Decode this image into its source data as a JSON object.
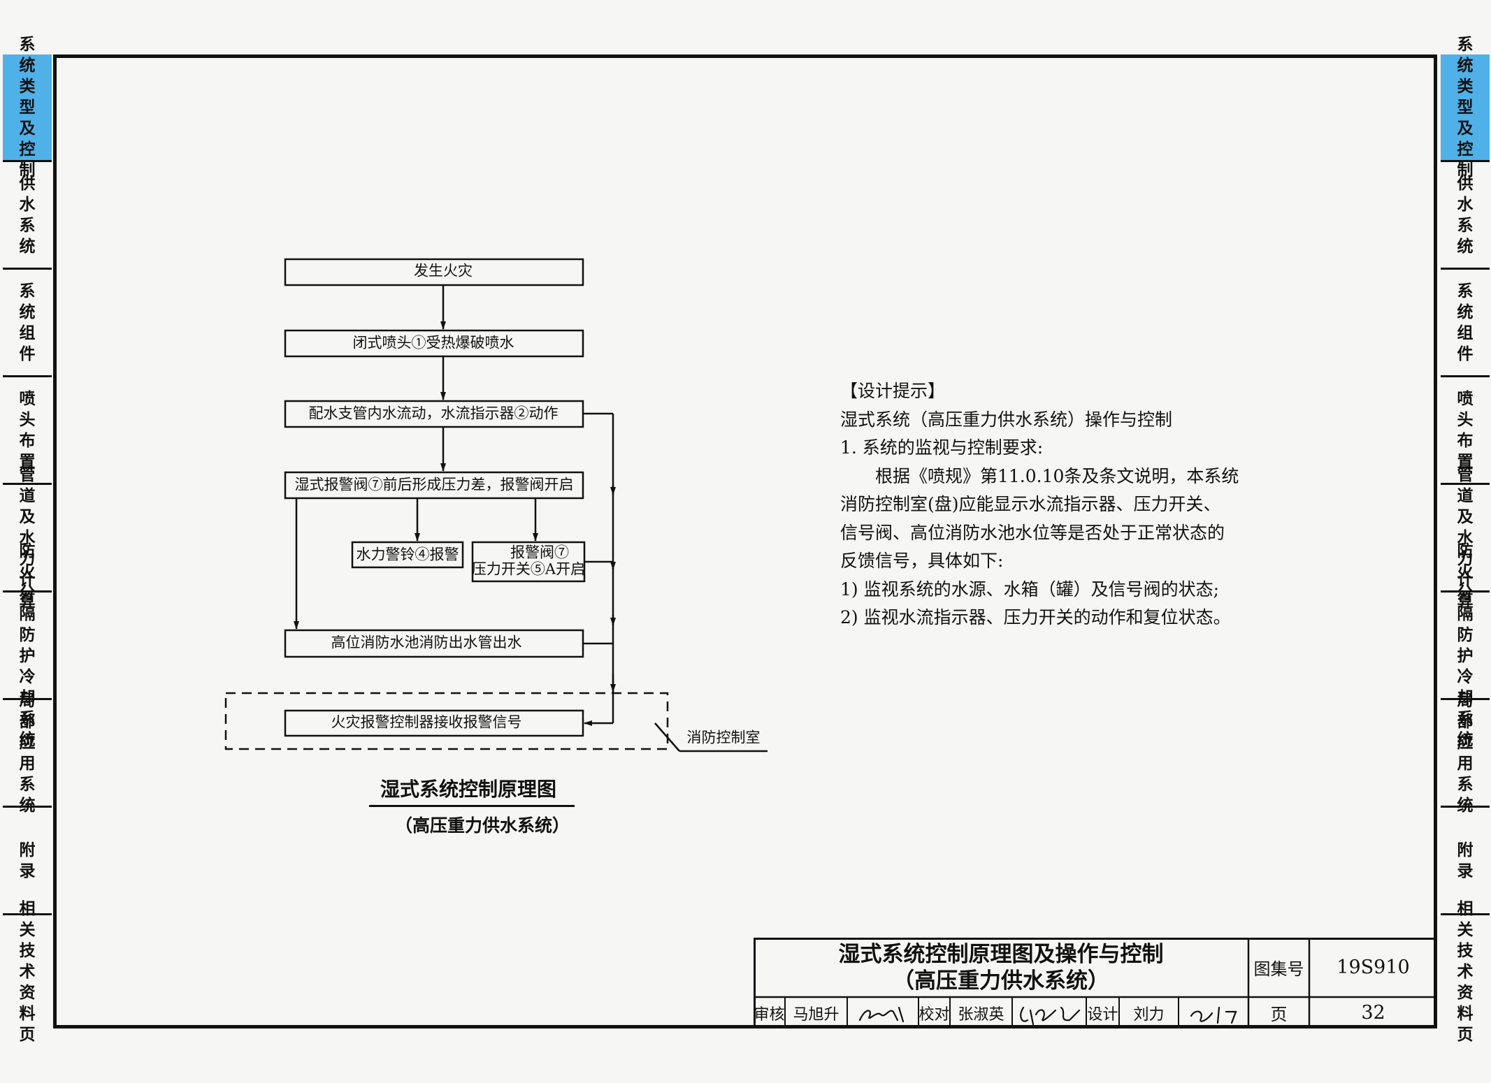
{
  "side_tabs": [
    {
      "label": "系统类型及控制",
      "active": true
    },
    {
      "label": "供水系统",
      "active": false
    },
    {
      "label": "系统组件",
      "active": false
    },
    {
      "label": "喷头布置",
      "active": false
    },
    {
      "label": "管道及水力计算",
      "active": false
    },
    {
      "label": "防火分隔防护冷却系统",
      "active": false
    },
    {
      "label": "局部应用系统",
      "active": false
    },
    {
      "label": "附录",
      "active": false
    },
    {
      "label": "相关技术资料页",
      "active": false
    }
  ],
  "flow": {
    "box_fire": "发生火灾",
    "box_sprinkler": "闭式喷头①受热爆破喷水",
    "box_flow": "配水支管内水流动，水流指示器②动作",
    "box_valve": "湿式报警阀⑦前后形成压力差，报警阀开启",
    "box_bell": "水力警铃④报警",
    "box_alarm_line1": "报警阀⑦",
    "box_alarm_line2": "压力开关⑤A开启",
    "box_tank": "高位消防水池消防出水管出水",
    "box_controller": "火灾报警控制器接收报警信号",
    "control_room": "消防控制室"
  },
  "caption": {
    "title": "湿式系统控制原理图",
    "subtitle": "（高压重力供水系统）"
  },
  "hint": {
    "lines": [
      "【设计提示】",
      "湿式系统（高压重力供水系统）操作与控制",
      "1. 系统的监视与控制要求:",
      "　　根据《喷规》第11.0.10条及条文说明，本系统",
      "消防控制室(盘)应能显示水流指示器、压力开关、",
      "信号阀、高位消防水池水位等是否处于正常状态的",
      "反馈信号，具体如下:",
      "1) 监视系统的水源、水箱（罐）及信号阀的状态;",
      "2) 监视水流指示器、压力开关的动作和复位状态。"
    ]
  },
  "title_block": {
    "title_line1": "湿式系统控制原理图及操作与控制",
    "title_line2": "（高压重力供水系统）",
    "atlas_label": "图集号",
    "atlas_no": "19S910",
    "page_label": "页",
    "page_no": "32",
    "review_label": "审核",
    "reviewer": "马旭升",
    "check_label": "校对",
    "checker": "张淑英",
    "design_label": "设计",
    "designer": "刘力"
  }
}
